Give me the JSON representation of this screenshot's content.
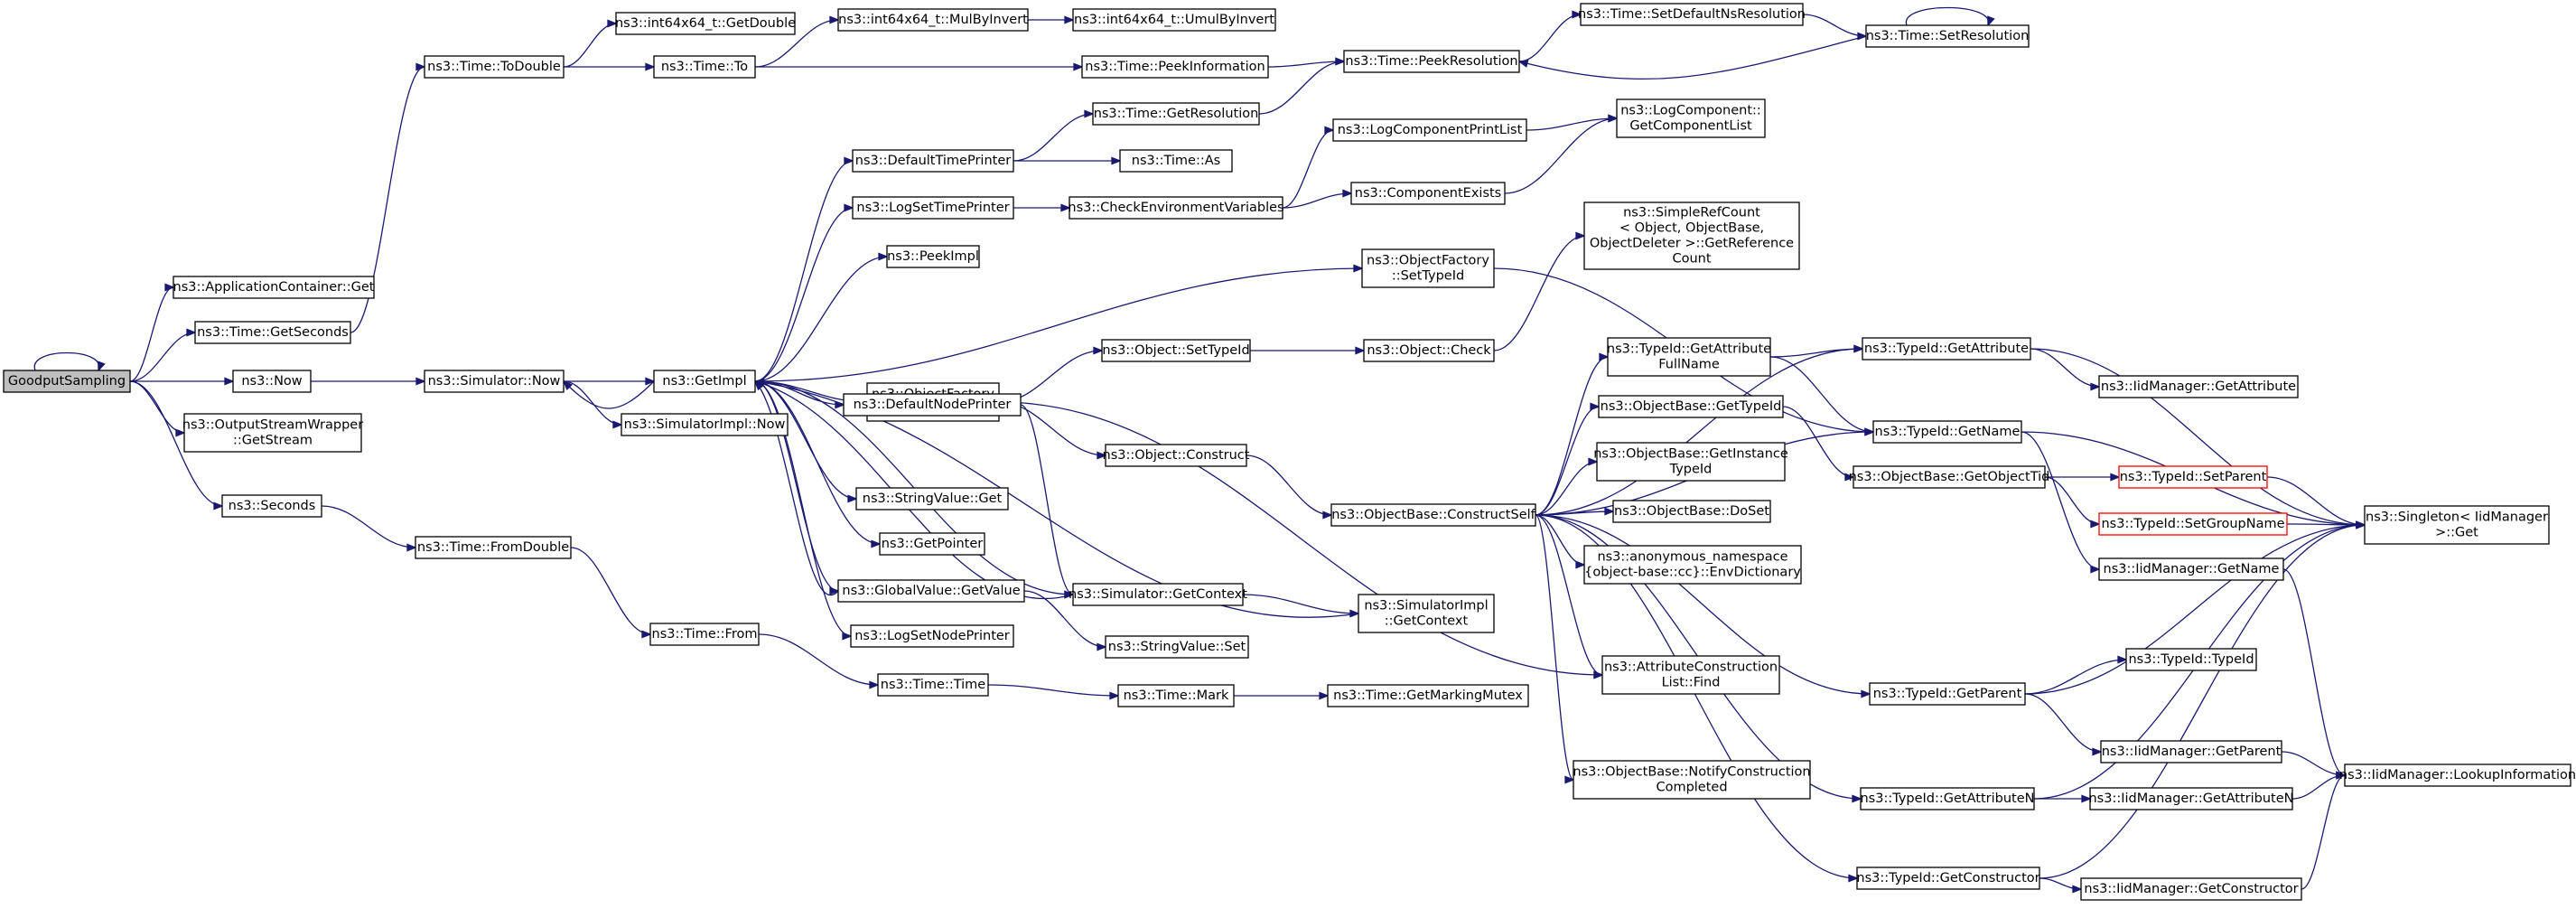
{
  "graph": {
    "root": "n_root",
    "colors": {
      "edge": "#191970",
      "root_fill": "#bfbfbf",
      "node_border": "#000000",
      "truncated_border": "#ff0000"
    },
    "nodes": [
      {
        "id": "n_root",
        "lines": [
          "GoodputSampling"
        ],
        "root": true
      },
      {
        "id": "n_appget",
        "lines": [
          "ns3::ApplicationContainer::Get"
        ]
      },
      {
        "id": "n_getsec",
        "lines": [
          "ns3::Time::GetSeconds"
        ]
      },
      {
        "id": "n_now",
        "lines": [
          "ns3::Now"
        ]
      },
      {
        "id": "n_osw",
        "lines": [
          "ns3::OutputStreamWrapper",
          "::GetStream"
        ]
      },
      {
        "id": "n_seconds",
        "lines": [
          "ns3::Seconds"
        ]
      },
      {
        "id": "n_todouble",
        "lines": [
          "ns3::Time::ToDouble"
        ]
      },
      {
        "id": "n_simnow",
        "lines": [
          "ns3::Simulator::Now"
        ]
      },
      {
        "id": "n_fromdouble",
        "lines": [
          "ns3::Time::FromDouble"
        ]
      },
      {
        "id": "n_i64getd",
        "lines": [
          "ns3::int64x64_t::GetDouble"
        ]
      },
      {
        "id": "n_to",
        "lines": [
          "ns3::Time::To"
        ]
      },
      {
        "id": "n_getimpl",
        "lines": [
          "ns3::GetImpl"
        ]
      },
      {
        "id": "n_simimplnow",
        "lines": [
          "ns3::SimulatorImpl::Now"
        ]
      },
      {
        "id": "n_from",
        "lines": [
          "ns3::Time::From"
        ]
      },
      {
        "id": "n_mulbyinv",
        "lines": [
          "ns3::int64x64_t::MulByInvert"
        ]
      },
      {
        "id": "n_umulbyinv",
        "lines": [
          "ns3::int64x64_t::UmulByInvert"
        ]
      },
      {
        "id": "n_peekinfo",
        "lines": [
          "ns3::Time::PeekInformation"
        ]
      },
      {
        "id": "n_defprinter",
        "lines": [
          "ns3::DefaultTimePrinter"
        ]
      },
      {
        "id": "n_logsettp",
        "lines": [
          "ns3::LogSetTimePrinter"
        ]
      },
      {
        "id": "n_peekimpl",
        "lines": [
          "ns3::PeekImpl"
        ]
      },
      {
        "id": "n_objfcreate",
        "lines": [
          "ns3::ObjectFactory",
          "::Create"
        ]
      },
      {
        "id": "n_defnodeprinter",
        "lines": [
          "ns3::DefaultNodePrinter"
        ]
      },
      {
        "id": "n_strvalget",
        "lines": [
          "ns3::StringValue::Get"
        ]
      },
      {
        "id": "n_getpointer",
        "lines": [
          "ns3::GetPointer"
        ]
      },
      {
        "id": "n_gvgetvalue",
        "lines": [
          "ns3::GlobalValue::GetValue"
        ]
      },
      {
        "id": "n_logsetnp",
        "lines": [
          "ns3::LogSetNodePrinter"
        ]
      },
      {
        "id": "n_timetime",
        "lines": [
          "ns3::Time::Time"
        ]
      },
      {
        "id": "n_getres",
        "lines": [
          "ns3::Time::GetResolution"
        ]
      },
      {
        "id": "n_timeas",
        "lines": [
          "ns3::Time::As"
        ]
      },
      {
        "id": "n_checkenv",
        "lines": [
          "ns3::CheckEnvironmentVariables"
        ]
      },
      {
        "id": "n_objsettid",
        "lines": [
          "ns3::Object::SetTypeId"
        ]
      },
      {
        "id": "n_objconstruct",
        "lines": [
          "ns3::Object::Construct"
        ]
      },
      {
        "id": "n_simgetctx",
        "lines": [
          "ns3::Simulator::GetContext"
        ]
      },
      {
        "id": "n_strvalset",
        "lines": [
          "ns3::StringValue::Set"
        ]
      },
      {
        "id": "n_mark",
        "lines": [
          "ns3::Time::Mark"
        ]
      },
      {
        "id": "n_peekres",
        "lines": [
          "ns3::Time::PeekResolution"
        ]
      },
      {
        "id": "n_logcpl",
        "lines": [
          "ns3::LogComponentPrintList"
        ]
      },
      {
        "id": "n_compexists",
        "lines": [
          "ns3::ComponentExists"
        ]
      },
      {
        "id": "n_objfsettid",
        "lines": [
          "ns3::ObjectFactory",
          "::SetTypeId"
        ]
      },
      {
        "id": "n_objcheck",
        "lines": [
          "ns3::Object::Check"
        ]
      },
      {
        "id": "n_obconstructself",
        "lines": [
          "ns3::ObjectBase::ConstructSelf"
        ]
      },
      {
        "id": "n_simimplgetctx",
        "lines": [
          "ns3::SimulatorImpl",
          "::GetContext"
        ]
      },
      {
        "id": "n_getmarkmutex",
        "lines": [
          "ns3::Time::GetMarkingMutex"
        ]
      },
      {
        "id": "n_setdefns",
        "lines": [
          "ns3::Time::SetDefaultNsResolution"
        ]
      },
      {
        "id": "n_logcgcl",
        "lines": [
          "ns3::LogComponent::",
          "GetComponentList"
        ]
      },
      {
        "id": "n_simplerefcount",
        "lines": [
          "ns3::SimpleRefCount",
          "< Object, ObjectBase,",
          "ObjectDeleter >::GetReference",
          "Count"
        ]
      },
      {
        "id": "n_tidgafn",
        "lines": [
          "ns3::TypeId::GetAttribute",
          "FullName"
        ]
      },
      {
        "id": "n_obgettid",
        "lines": [
          "ns3::ObjectBase::GetTypeId"
        ]
      },
      {
        "id": "n_obgetinsttid",
        "lines": [
          "ns3::ObjectBase::GetInstance",
          "TypeId"
        ]
      },
      {
        "id": "n_obdoset",
        "lines": [
          "ns3::ObjectBase::DoSet"
        ]
      },
      {
        "id": "n_anonenvdict",
        "lines": [
          "ns3::anonymous_namespace",
          "{object-base::cc}::EnvDictionary"
        ]
      },
      {
        "id": "n_acfind",
        "lines": [
          "ns3::AttributeConstruction",
          "List::Find"
        ]
      },
      {
        "id": "n_obnotify",
        "lines": [
          "ns3::ObjectBase::NotifyConstruction",
          "Completed"
        ]
      },
      {
        "id": "n_setres",
        "lines": [
          "ns3::Time::SetResolution"
        ]
      },
      {
        "id": "n_tidgetattr",
        "lines": [
          "ns3::TypeId::GetAttribute"
        ]
      },
      {
        "id": "n_tidgetname",
        "lines": [
          "ns3::TypeId::GetName"
        ]
      },
      {
        "id": "n_obgetobjtid",
        "lines": [
          "ns3::ObjectBase::GetObjectTid"
        ]
      },
      {
        "id": "n_tidgetparent",
        "lines": [
          "ns3::TypeId::GetParent"
        ]
      },
      {
        "id": "n_tidgetattrn",
        "lines": [
          "ns3::TypeId::GetAttributeN"
        ]
      },
      {
        "id": "n_tidgetctor",
        "lines": [
          "ns3::TypeId::GetConstructor"
        ]
      },
      {
        "id": "n_iidgetattr",
        "lines": [
          "ns3::IidManager::GetAttribute"
        ]
      },
      {
        "id": "n_tidsetparent",
        "lines": [
          "ns3::TypeId::SetParent"
        ],
        "truncated": true
      },
      {
        "id": "n_tidsetgroup",
        "lines": [
          "ns3::TypeId::SetGroupName"
        ],
        "truncated": true
      },
      {
        "id": "n_iidgetname",
        "lines": [
          "ns3::IidManager::GetName"
        ]
      },
      {
        "id": "n_tidtid",
        "lines": [
          "ns3::TypeId::TypeId"
        ]
      },
      {
        "id": "n_iidgetparent",
        "lines": [
          "ns3::IidManager::GetParent"
        ]
      },
      {
        "id": "n_iidgetattrn",
        "lines": [
          "ns3::IidManager::GetAttributeN"
        ]
      },
      {
        "id": "n_iidgetctor",
        "lines": [
          "ns3::IidManager::GetConstructor"
        ]
      },
      {
        "id": "n_singleton",
        "lines": [
          "ns3::Singleton< IidManager",
          ">::Get"
        ]
      },
      {
        "id": "n_iidlookup",
        "lines": [
          "ns3::IidManager::LookupInformation"
        ]
      }
    ],
    "edges": [
      [
        "n_root",
        "n_root"
      ],
      [
        "n_root",
        "n_appget"
      ],
      [
        "n_root",
        "n_getsec"
      ],
      [
        "n_root",
        "n_now"
      ],
      [
        "n_root",
        "n_osw"
      ],
      [
        "n_root",
        "n_seconds"
      ],
      [
        "n_getsec",
        "n_todouble"
      ],
      [
        "n_now",
        "n_simnow"
      ],
      [
        "n_seconds",
        "n_fromdouble"
      ],
      [
        "n_todouble",
        "n_i64getd"
      ],
      [
        "n_todouble",
        "n_to"
      ],
      [
        "n_simnow",
        "n_getimpl"
      ],
      [
        "n_simnow",
        "n_simimplnow"
      ],
      [
        "n_fromdouble",
        "n_from"
      ],
      [
        "n_to",
        "n_mulbyinv"
      ],
      [
        "n_to",
        "n_peekinfo"
      ],
      [
        "n_mulbyinv",
        "n_umulbyinv"
      ],
      [
        "n_getimpl",
        "n_simnow"
      ],
      [
        "n_getimpl",
        "n_defprinter"
      ],
      [
        "n_getimpl",
        "n_logsettp"
      ],
      [
        "n_getimpl",
        "n_peekimpl"
      ],
      [
        "n_getimpl",
        "n_objfsettid"
      ],
      [
        "n_getimpl",
        "n_objfcreate"
      ],
      [
        "n_getimpl",
        "n_defnodeprinter"
      ],
      [
        "n_getimpl",
        "n_strvalget"
      ],
      [
        "n_getimpl",
        "n_getpointer"
      ],
      [
        "n_getimpl",
        "n_gvgetvalue"
      ],
      [
        "n_getimpl",
        "n_logsetnp"
      ],
      [
        "n_getimpl",
        "n_simgetctx"
      ],
      [
        "n_from",
        "n_timetime"
      ],
      [
        "n_timetime",
        "n_mark"
      ],
      [
        "n_mark",
        "n_getmarkmutex"
      ],
      [
        "n_defprinter",
        "n_getres"
      ],
      [
        "n_defprinter",
        "n_timeas"
      ],
      [
        "n_logsettp",
        "n_checkenv"
      ],
      [
        "n_objfcreate",
        "n_objsettid"
      ],
      [
        "n_objfcreate",
        "n_objconstruct"
      ],
      [
        "n_objfcreate",
        "n_acfind"
      ],
      [
        "n_defnodeprinter",
        "n_simgetctx"
      ],
      [
        "n_gvgetvalue",
        "n_strvalset"
      ],
      [
        "n_gvgetvalue",
        "n_getimpl"
      ],
      [
        "n_simgetctx",
        "n_getimpl"
      ],
      [
        "n_simgetctx",
        "n_simimplgetctx"
      ],
      [
        "n_getres",
        "n_peekres"
      ],
      [
        "n_peekinfo",
        "n_peekres"
      ],
      [
        "n_checkenv",
        "n_logcpl"
      ],
      [
        "n_checkenv",
        "n_compexists"
      ],
      [
        "n_objsettid",
        "n_objcheck"
      ],
      [
        "n_objconstruct",
        "n_obconstructself"
      ],
      [
        "n_peekres",
        "n_setdefns"
      ],
      [
        "n_setdefns",
        "n_setres"
      ],
      [
        "n_setres",
        "n_peekres"
      ],
      [
        "n_setres",
        "n_setres"
      ],
      [
        "n_logcpl",
        "n_logcgcl"
      ],
      [
        "n_compexists",
        "n_logcgcl"
      ],
      [
        "n_objfsettid",
        "n_tidgetname"
      ],
      [
        "n_objcheck",
        "n_simplerefcount"
      ],
      [
        "n_obconstructself",
        "n_tidgafn"
      ],
      [
        "n_obconstructself",
        "n_tidgetattr"
      ],
      [
        "n_obconstructself",
        "n_obgettid"
      ],
      [
        "n_obconstructself",
        "n_obgetinsttid"
      ],
      [
        "n_obconstructself",
        "n_obdoset"
      ],
      [
        "n_obconstructself",
        "n_anonenvdict"
      ],
      [
        "n_obconstructself",
        "n_tidgetname"
      ],
      [
        "n_obconstructself",
        "n_acfind"
      ],
      [
        "n_obconstructself",
        "n_tidgetparent"
      ],
      [
        "n_obconstructself",
        "n_obnotify"
      ],
      [
        "n_obconstructself",
        "n_tidgetattrn"
      ],
      [
        "n_obconstructself",
        "n_tidgetctor"
      ],
      [
        "n_simimplgetctx",
        "n_getimpl"
      ],
      [
        "n_tidgafn",
        "n_tidgetattr"
      ],
      [
        "n_tidgafn",
        "n_tidgetname"
      ],
      [
        "n_obgettid",
        "n_obgetobjtid"
      ],
      [
        "n_tidgetattr",
        "n_iidgetattr"
      ],
      [
        "n_tidgetattr",
        "n_singleton"
      ],
      [
        "n_tidgetname",
        "n_iidgetname"
      ],
      [
        "n_tidgetname",
        "n_singleton"
      ],
      [
        "n_obgetobjtid",
        "n_tidsetparent"
      ],
      [
        "n_obgetobjtid",
        "n_tidsetgroup"
      ],
      [
        "n_tidsetparent",
        "n_singleton"
      ],
      [
        "n_tidsetgroup",
        "n_singleton"
      ],
      [
        "n_iidgetname",
        "n_iidlookup"
      ],
      [
        "n_tidgetparent",
        "n_tidtid"
      ],
      [
        "n_tidgetparent",
        "n_iidgetparent"
      ],
      [
        "n_tidgetparent",
        "n_singleton"
      ],
      [
        "n_iidgetparent",
        "n_iidlookup"
      ],
      [
        "n_tidgetattrn",
        "n_iidgetattrn"
      ],
      [
        "n_tidgetattrn",
        "n_singleton"
      ],
      [
        "n_iidgetattrn",
        "n_iidlookup"
      ],
      [
        "n_tidgetctor",
        "n_iidgetctor"
      ],
      [
        "n_tidgetctor",
        "n_singleton"
      ],
      [
        "n_iidgetctor",
        "n_iidlookup"
      ]
    ]
  }
}
